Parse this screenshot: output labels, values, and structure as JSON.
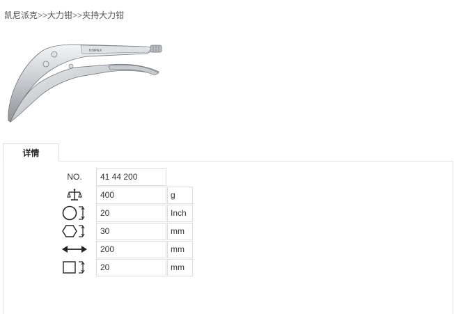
{
  "breadcrumb": {
    "items": [
      "凯尼派克",
      "大力钳",
      "夹持大力钳"
    ],
    "separator": ">>"
  },
  "product": {
    "image_label": "KNIPEX"
  },
  "tabs": [
    {
      "label": "详情"
    }
  ],
  "specs": [
    {
      "label": "NO.",
      "icon": "",
      "value": "41 44 200",
      "unit": ""
    },
    {
      "label": "",
      "icon": "weight-scale-icon",
      "value": "400",
      "unit": "g"
    },
    {
      "label": "",
      "icon": "round-capacity-icon",
      "value": "20",
      "unit": "Inch"
    },
    {
      "label": "",
      "icon": "hex-capacity-icon",
      "value": "30",
      "unit": "mm"
    },
    {
      "label": "",
      "icon": "length-arrow-icon",
      "value": "200",
      "unit": "mm"
    },
    {
      "label": "",
      "icon": "square-capacity-icon",
      "value": "20",
      "unit": "mm"
    }
  ]
}
